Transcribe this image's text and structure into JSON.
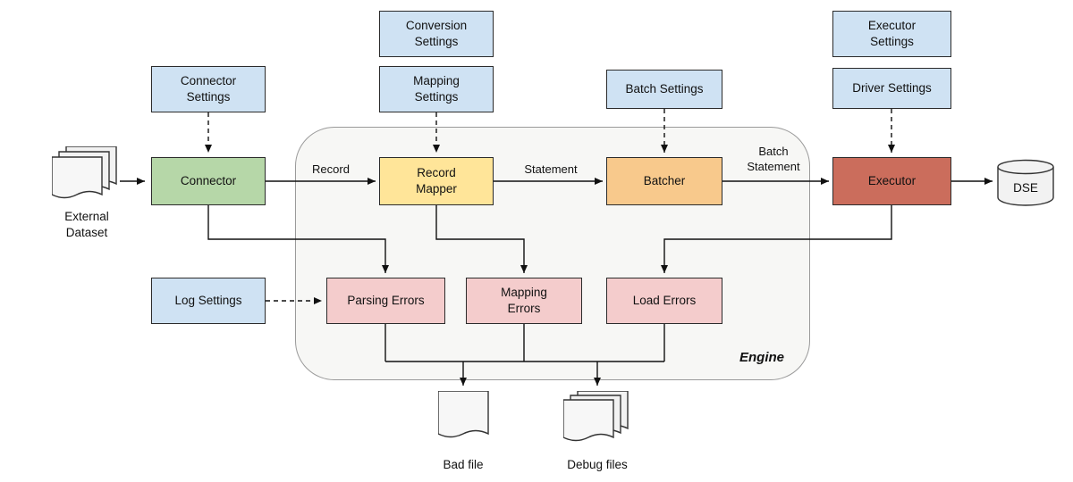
{
  "engine": {
    "label": "Engine"
  },
  "settings": {
    "conversion": "Conversion\nSettings",
    "mapping": "Mapping\nSettings",
    "connector": "Connector\nSettings",
    "batch": "Batch Settings",
    "executor": "Executor\nSettings",
    "driver": "Driver Settings",
    "log": "Log Settings"
  },
  "components": {
    "connector": "Connector",
    "record_mapper": "Record\nMapper",
    "batcher": "Batcher",
    "executor": "Executor"
  },
  "errors": {
    "parsing": "Parsing Errors",
    "mapping": "Mapping\nErrors",
    "load": "Load Errors"
  },
  "flow": {
    "record": "Record",
    "statement": "Statement",
    "batch_statement": "Batch\nStatement"
  },
  "endpoints": {
    "external_dataset": "External\nDataset",
    "dse": "DSE",
    "bad_file": "Bad file",
    "debug_files": "Debug files"
  },
  "colors": {
    "settings_fill": "#cfe2f3",
    "connector_fill": "#b6d7a8",
    "record_mapper_fill": "#ffe599",
    "batcher_fill": "#f8c98c",
    "executor_fill": "#cb6d5c",
    "error_fill": "#f4cccc",
    "engine_fill": "#f7f7f5",
    "stroke": "#2b2b2b"
  }
}
